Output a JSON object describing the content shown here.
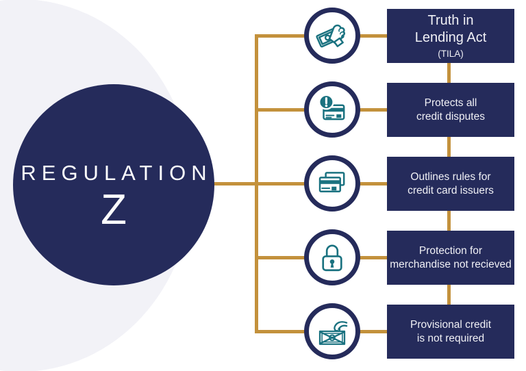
{
  "title": {
    "regulation": "REGULATION",
    "z": "Z"
  },
  "colors": {
    "navy": "#252B5B",
    "gold": "#C3913C",
    "teal": "#1A7280",
    "light_circle": "#F2F2F7",
    "text_on_navy": "#F0F0F5"
  },
  "rows": [
    {
      "icon": "money-in-hand-icon",
      "lines": [
        "Truth in",
        "Lending Act"
      ],
      "note": "(TILA)"
    },
    {
      "icon": "credit-card-alert-icon",
      "lines": [
        "Protects all",
        "credit disputes"
      ]
    },
    {
      "icon": "credit-cards-icon",
      "lines": [
        "Outlines rules for",
        "credit card issuers"
      ]
    },
    {
      "icon": "padlock-icon",
      "lines": [
        "Protection for",
        "merchandise not recieved"
      ]
    },
    {
      "icon": "hand-cash-crossed-icon",
      "lines": [
        "Provisional credit",
        "is not required"
      ]
    }
  ]
}
